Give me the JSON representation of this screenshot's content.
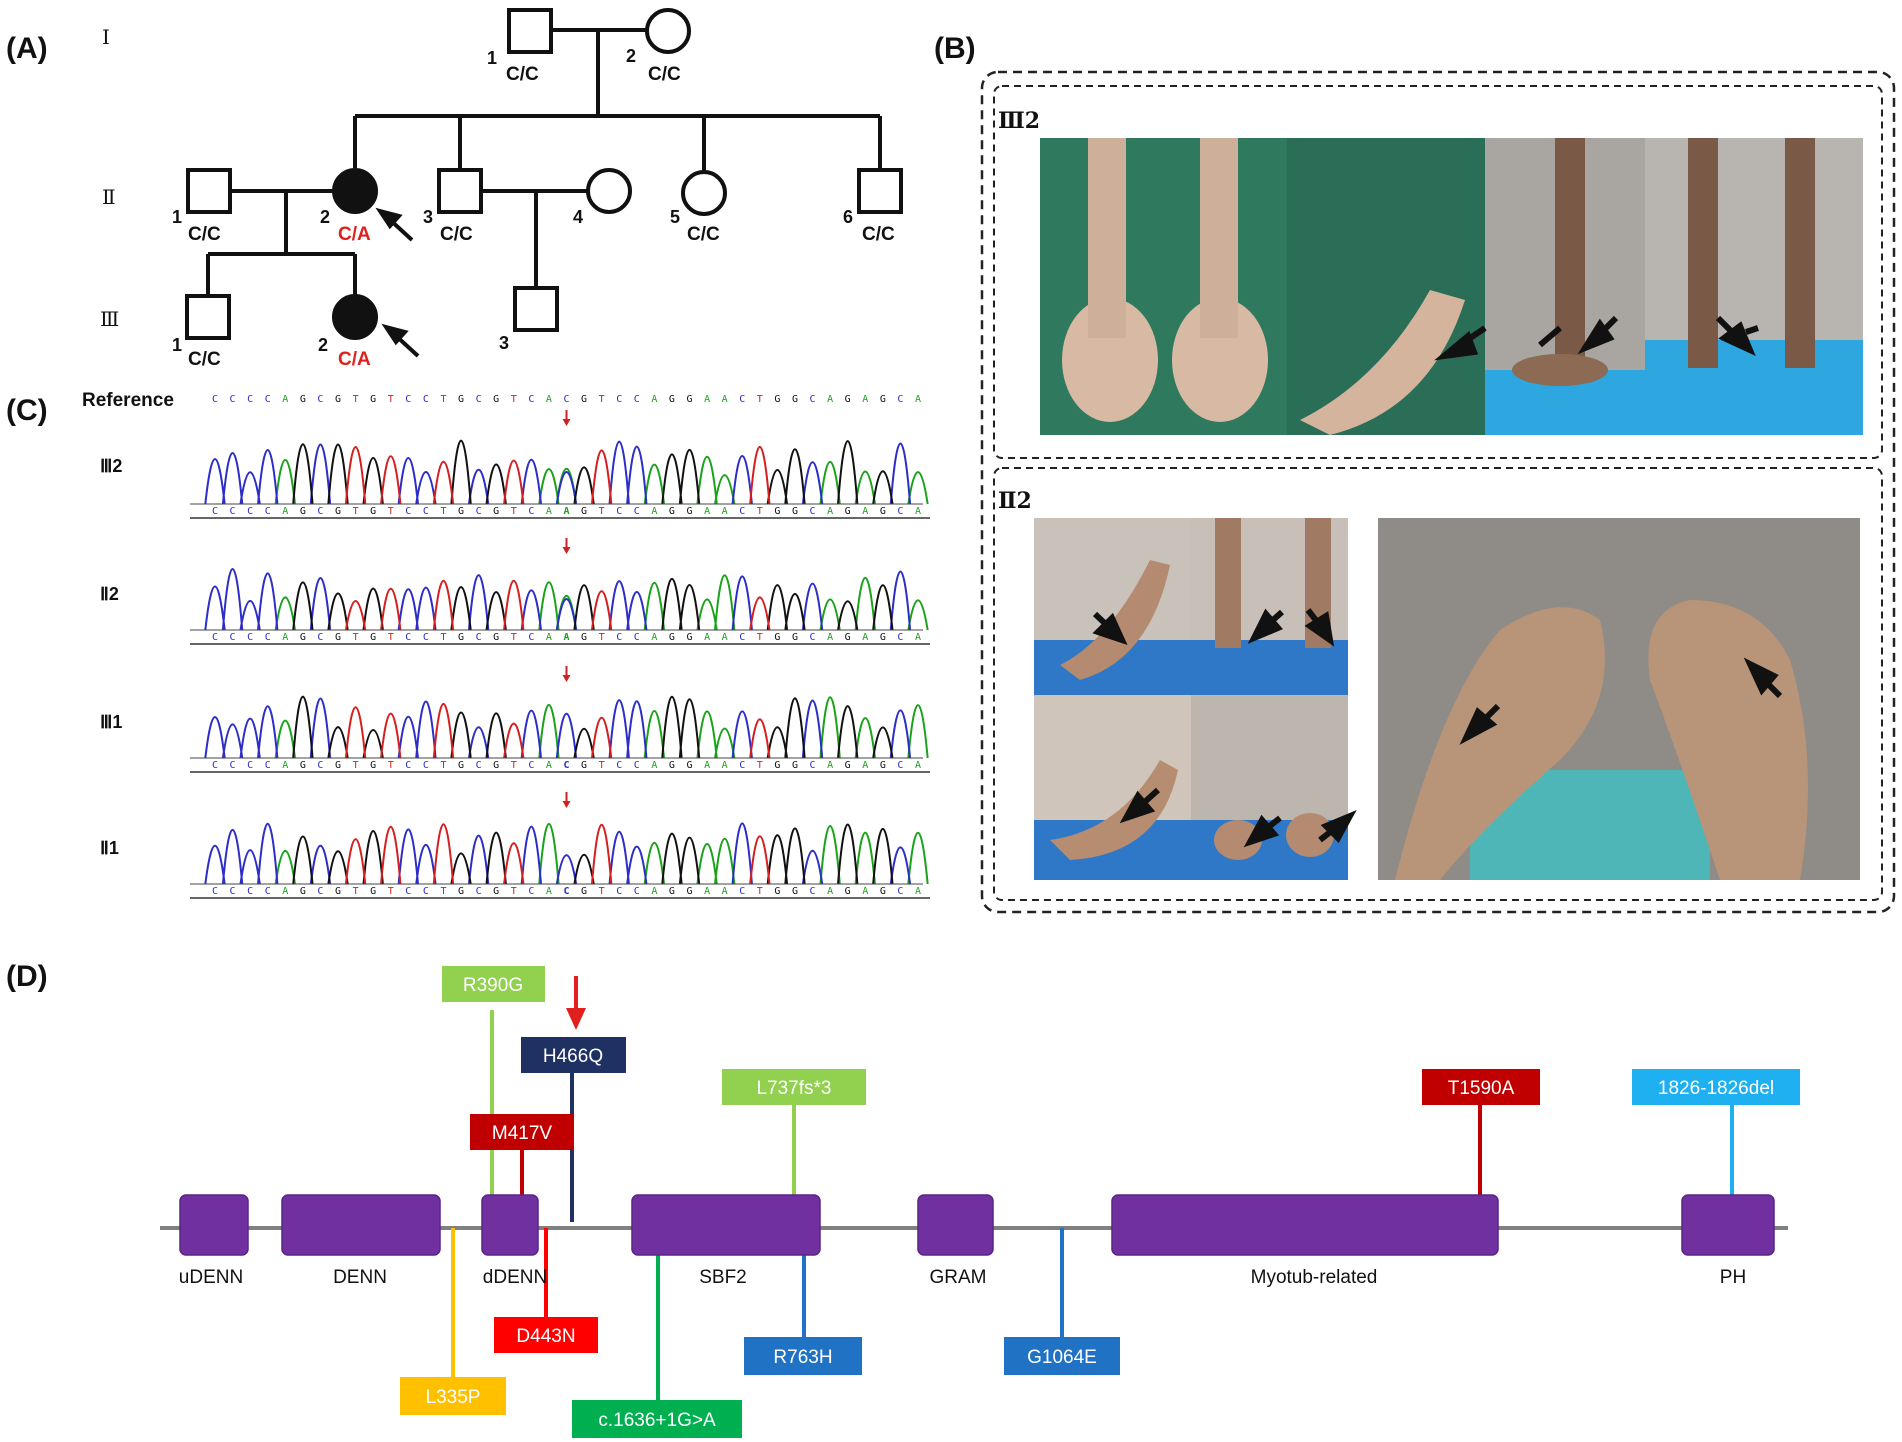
{
  "panels": {
    "a": "(A)",
    "b": "(B)",
    "c": "(C)",
    "d": "(D)"
  },
  "pedigree": {
    "generations": [
      "Ⅰ",
      "Ⅱ",
      "Ⅲ"
    ],
    "individuals": [
      {
        "id": "I-1",
        "num": "1",
        "sex": "male",
        "affected": false,
        "genotype": "C/C",
        "mutant": false,
        "proband": false
      },
      {
        "id": "I-2",
        "num": "2",
        "sex": "female",
        "affected": false,
        "genotype": "C/C",
        "mutant": false,
        "proband": false
      },
      {
        "id": "II-1",
        "num": "1",
        "sex": "male",
        "affected": false,
        "genotype": "C/C",
        "mutant": false,
        "proband": false
      },
      {
        "id": "II-2",
        "num": "2",
        "sex": "female",
        "affected": true,
        "genotype": "C/A",
        "mutant": true,
        "proband": true
      },
      {
        "id": "II-3",
        "num": "3",
        "sex": "male",
        "affected": false,
        "genotype": "C/C",
        "mutant": false,
        "proband": false
      },
      {
        "id": "II-4",
        "num": "4",
        "sex": "female",
        "affected": false,
        "genotype": "",
        "mutant": false,
        "proband": false
      },
      {
        "id": "II-5",
        "num": "5",
        "sex": "female",
        "affected": false,
        "genotype": "C/C",
        "mutant": false,
        "proband": false
      },
      {
        "id": "II-6",
        "num": "6",
        "sex": "male",
        "affected": false,
        "genotype": "C/C",
        "mutant": false,
        "proband": false
      },
      {
        "id": "III-1",
        "num": "1",
        "sex": "male",
        "affected": false,
        "genotype": "C/C",
        "mutant": false,
        "proband": false
      },
      {
        "id": "III-2",
        "num": "2",
        "sex": "female",
        "affected": true,
        "genotype": "C/A",
        "mutant": true,
        "proband": true
      },
      {
        "id": "III-3",
        "num": "3",
        "sex": "male",
        "affected": false,
        "genotype": "",
        "mutant": false,
        "proband": false
      }
    ]
  },
  "sequencing": {
    "reference_label": "Reference",
    "reference_seq": "CCCCAGCGTGTCCTGCGTCACGTCCAGGAACTGGCAGAGCA",
    "base_colors": {
      "A": "#1aa31a",
      "C": "#2d2dc8",
      "G": "#111111",
      "T": "#d42020"
    },
    "traces": [
      {
        "label": "Ⅲ2",
        "seq": "CCCCAGCGTGTCCTGCGTCAAGTCCAGGAACTGGCAGAGCA",
        "variant": "A"
      },
      {
        "label": "Ⅱ2",
        "seq": "CCCCAGCGTGTCCTGCGTCAAGTCCAGGAACTGGCAGAGCA",
        "variant": "A"
      },
      {
        "label": "Ⅲ1",
        "seq": "CCCCAGCGTGTCCTGCGTCACGTCCAGGAACTGGCAGAGCA",
        "variant": "C"
      },
      {
        "label": "Ⅱ1",
        "seq": "CCCCAGCGTGTCCTGCGTCACGTCCAGGAACTGGCAGAGCA",
        "variant": "C"
      }
    ]
  },
  "photos": {
    "group1_label": "Ⅲ2",
    "group2_label": "Ⅱ2"
  },
  "protein": {
    "domains": [
      "uDENN",
      "DENN",
      "dDENN",
      "SBF2",
      "GRAM",
      "Myotub-related",
      "PH"
    ],
    "domain_color": "#7030a0",
    "mutations_above": [
      {
        "label": "R390G",
        "color": "#92d050"
      },
      {
        "label": "H466Q",
        "color": "#1f3063",
        "highlighted": true
      },
      {
        "label": "M417V",
        "color": "#c00000"
      },
      {
        "label": "L737fs*3",
        "color": "#92d050"
      },
      {
        "label": "T1590A",
        "color": "#c00000"
      },
      {
        "label": "1826-1826del",
        "color": "#1eb0f0"
      }
    ],
    "mutations_below": [
      {
        "label": "D443N",
        "color": "#ff0000"
      },
      {
        "label": "L335P",
        "color": "#ffc000"
      },
      {
        "label": "c.1636+1G>A",
        "color": "#00b050"
      },
      {
        "label": "R763H",
        "color": "#1f72c4"
      },
      {
        "label": "G1064E",
        "color": "#1f72c4"
      }
    ]
  }
}
